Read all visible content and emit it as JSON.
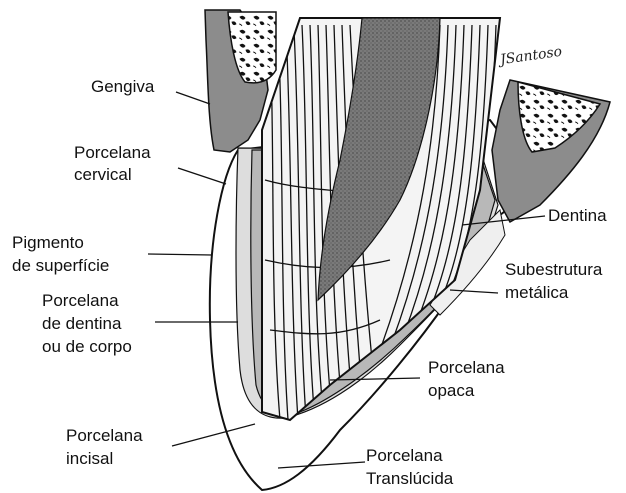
{
  "labels": {
    "gengiva": "Gengiva",
    "porcelana_cervical_1": "Porcelana",
    "porcelana_cervical_2": "cervical",
    "pigmento_1": "Pigmento",
    "pigmento_2": "de superfície",
    "dentina_corpo_1": "Porcelana",
    "dentina_corpo_2": "de dentina",
    "dentina_corpo_3": "ou de corpo",
    "incisal_1": "Porcelana",
    "incisal_2": "incisal",
    "dentina": "Dentina",
    "subestrutura_1": "Subestrutura",
    "subestrutura_2": "metálica",
    "opaca_1": "Porcelana",
    "opaca_2": "opaca",
    "translucida_1": "Porcelana",
    "translucida_2": "Translúcida"
  },
  "signature": "JSantoso",
  "colors": {
    "gum": "#8c8c8c",
    "pulp": "#7a7a7a",
    "dentin": "#e9e9e9",
    "opaque": "#c4c4c4",
    "line": "#111111"
  }
}
